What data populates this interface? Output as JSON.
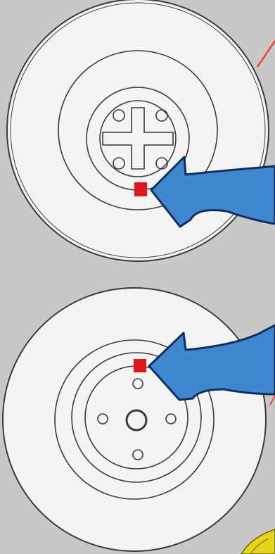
{
  "colors": {
    "background": "#c8c8c6",
    "disc_fill": "#f4f4f2",
    "disc_stroke": "#3a3a3a",
    "marker_red": "#e0161b",
    "arrow_blue": "#3f88cf",
    "arrow_outline": "#0f2f63",
    "accent_line_red": "#e2492d",
    "accent_yellow": "#e6d419"
  },
  "figures": [
    {
      "name": "top-disc",
      "hub_style": "cross-with-four-holes",
      "marker": "red-square-below-hub-center"
    },
    {
      "name": "bottom-disc",
      "hub_style": "center-hole-with-four-bolt-holes",
      "marker": "red-square-above-hub"
    }
  ],
  "icons": [
    "curved-arrow-icon",
    "curved-arrow-icon"
  ]
}
